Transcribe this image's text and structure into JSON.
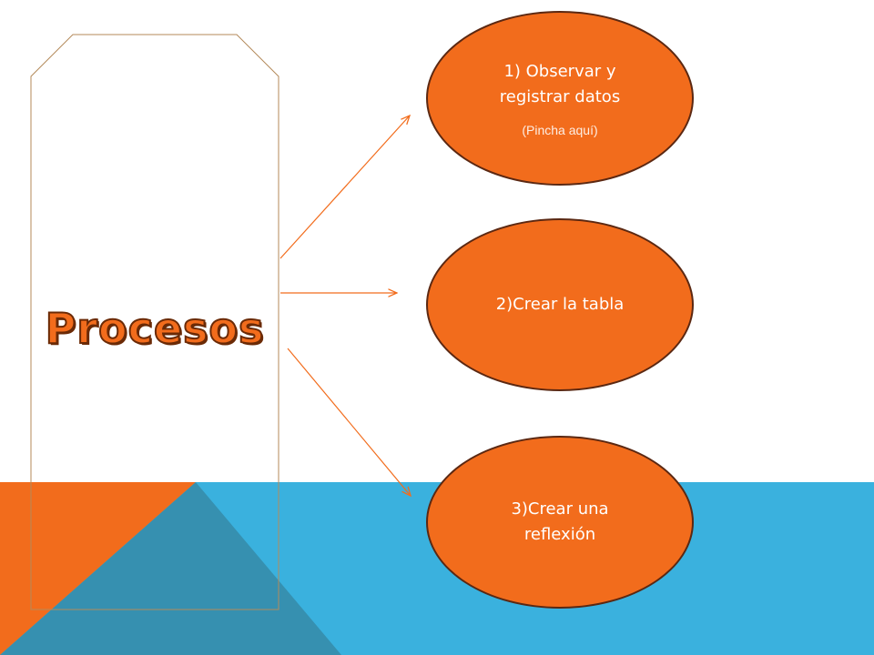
{
  "colors": {
    "accent_orange": "#f26c1c",
    "accent_blue": "#3ab1de",
    "dark_blue": "#3690b0",
    "outline": "#5b2812",
    "panel_border": "#b48a5a",
    "background": "#ffffff"
  },
  "diagram": {
    "title": "Procesos",
    "nodes": [
      {
        "label": "1) Observar y registrar datos",
        "sublabel": "(Pincha aquí)"
      },
      {
        "label": "2)Crear la tabla"
      },
      {
        "label": "3)Crear una reflexión"
      }
    ]
  }
}
